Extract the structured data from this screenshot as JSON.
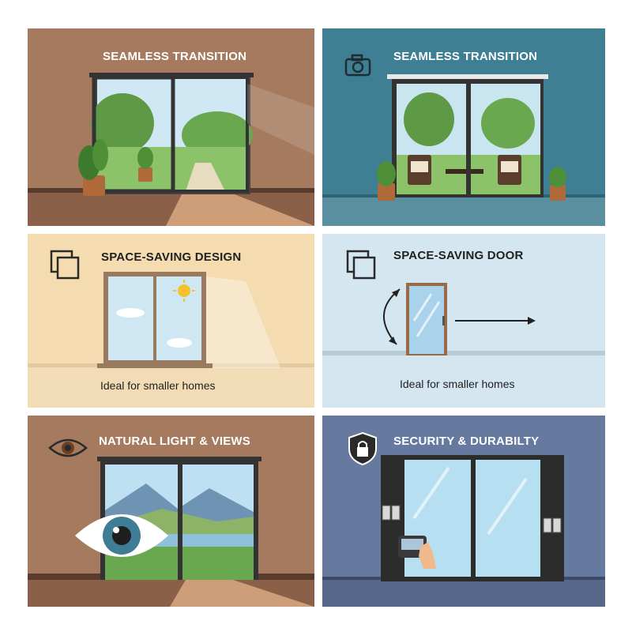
{
  "panels": [
    {
      "title": "SEAMLESS TRANSITION",
      "icon": "none",
      "bg": "#a57a5e"
    },
    {
      "title": "SEAMLESS TRANSITION",
      "icon": "camera-icon",
      "bg": "#3e7f93"
    },
    {
      "title": "SPACE-SAVING DESIGN",
      "icon": "stacked-squares-icon",
      "caption": "Ideal for smaller homes",
      "bg": "#f4dcb0"
    },
    {
      "title": "SPACE-SAVING DOOR",
      "icon": "stacked-squares-icon",
      "caption": "Ideal for smaller homes",
      "bg": "#d4e6ef"
    },
    {
      "title": "NATURAL LIGHT & VIEWS",
      "icon": "eye-icon",
      "bg": "#a57a5e"
    },
    {
      "title": "SECURITY & DURABILTY",
      "icon": "shield-lock-icon",
      "bg": "#66799e"
    }
  ]
}
